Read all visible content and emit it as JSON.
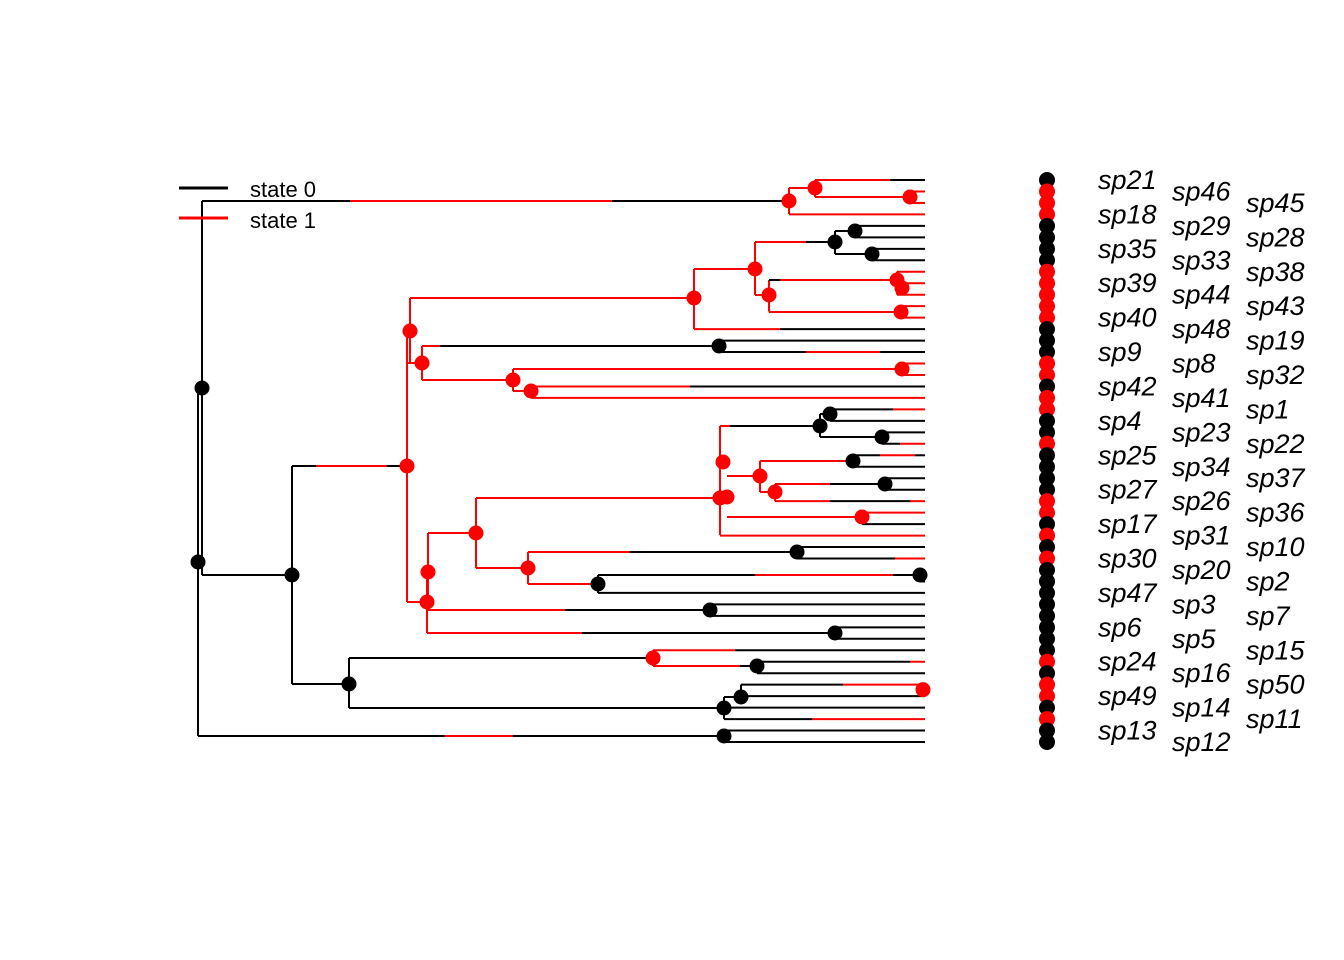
{
  "legend": {
    "items": [
      {
        "label": "state 0",
        "color": "#000000"
      },
      {
        "label": "state 1",
        "color": "#ff0000"
      }
    ]
  },
  "colors": {
    "state0": "#000000",
    "state1": "#ff0000"
  },
  "tips": [
    {
      "name": "sp21",
      "state": 0
    },
    {
      "name": "sp46",
      "state": 1
    },
    {
      "name": "sp45",
      "state": 1
    },
    {
      "name": "sp18",
      "state": 1
    },
    {
      "name": "sp29",
      "state": 0
    },
    {
      "name": "sp28",
      "state": 0
    },
    {
      "name": "sp35",
      "state": 0
    },
    {
      "name": "sp33",
      "state": 0
    },
    {
      "name": "sp38",
      "state": 1
    },
    {
      "name": "sp39",
      "state": 1
    },
    {
      "name": "sp44",
      "state": 1
    },
    {
      "name": "sp43",
      "state": 1
    },
    {
      "name": "sp40",
      "state": 1
    },
    {
      "name": "sp48",
      "state": 0
    },
    {
      "name": "sp19",
      "state": 0
    },
    {
      "name": "sp9",
      "state": 0
    },
    {
      "name": "sp8",
      "state": 1
    },
    {
      "name": "sp32",
      "state": 1
    },
    {
      "name": "sp42",
      "state": 0
    },
    {
      "name": "sp41",
      "state": 1
    },
    {
      "name": "sp1",
      "state": 1
    },
    {
      "name": "sp4",
      "state": 0
    },
    {
      "name": "sp23",
      "state": 0
    },
    {
      "name": "sp22",
      "state": 1
    },
    {
      "name": "sp25",
      "state": 0
    },
    {
      "name": "sp34",
      "state": 0
    },
    {
      "name": "sp37",
      "state": 0
    },
    {
      "name": "sp27",
      "state": 0
    },
    {
      "name": "sp26",
      "state": 1
    },
    {
      "name": "sp36",
      "state": 1
    },
    {
      "name": "sp17",
      "state": 0
    },
    {
      "name": "sp31",
      "state": 1
    },
    {
      "name": "sp10",
      "state": 0
    },
    {
      "name": "sp30",
      "state": 1
    },
    {
      "name": "sp20",
      "state": 0
    },
    {
      "name": "sp2",
      "state": 0
    },
    {
      "name": "sp47",
      "state": 0
    },
    {
      "name": "sp3",
      "state": 0
    },
    {
      "name": "sp7",
      "state": 0
    },
    {
      "name": "sp6",
      "state": 0
    },
    {
      "name": "sp5",
      "state": 0
    },
    {
      "name": "sp15",
      "state": 0
    },
    {
      "name": "sp24",
      "state": 1
    },
    {
      "name": "sp16",
      "state": 0
    },
    {
      "name": "sp50",
      "state": 1
    },
    {
      "name": "sp49",
      "state": 1
    },
    {
      "name": "sp14",
      "state": 0
    },
    {
      "name": "sp11",
      "state": 1
    },
    {
      "name": "sp13",
      "state": 0
    },
    {
      "name": "sp12",
      "state": 0
    }
  ]
}
